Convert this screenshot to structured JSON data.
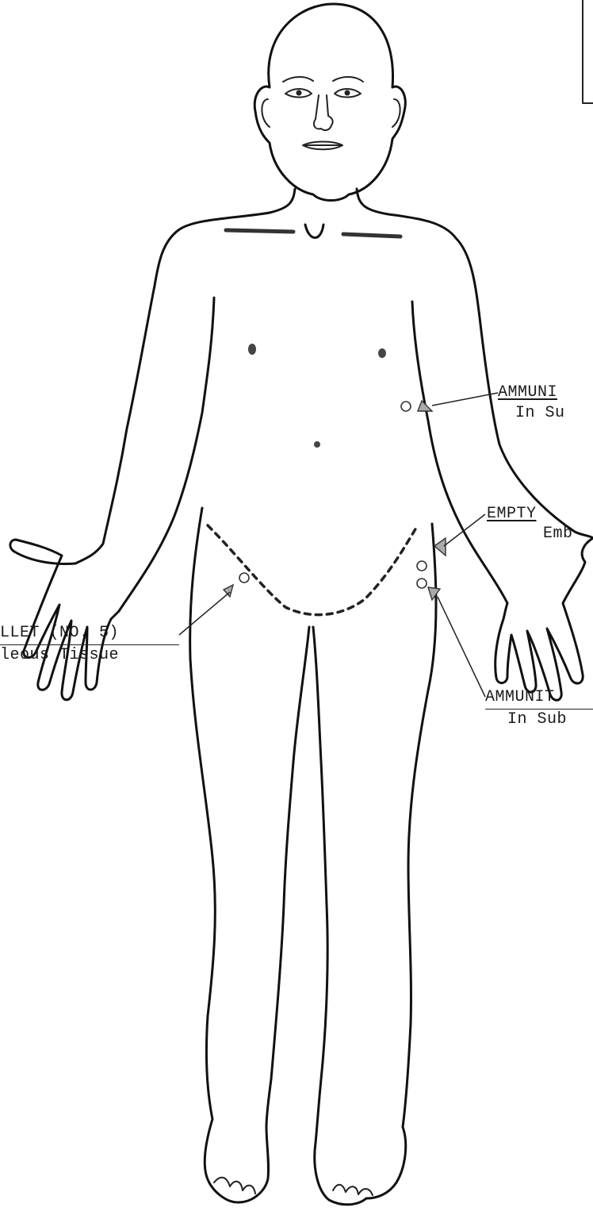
{
  "annotations": {
    "chest_right": {
      "line1": "AMMUNI",
      "line2": "In Su"
    },
    "hip_upper": {
      "line1": "EMPTY",
      "line2": "Emb"
    },
    "thigh_left": {
      "line1": "LLET (NO. 5)",
      "line2": "leous Tissue"
    },
    "hip_lower": {
      "line1": "AMMUNIT",
      "line2": "In Sub"
    }
  },
  "legend": {
    "circle": "entry-mark-circle",
    "triangle": "projectile-triangle"
  },
  "icons": {
    "figure": "human-body-front-outline",
    "marker": "triangle-arrow"
  }
}
